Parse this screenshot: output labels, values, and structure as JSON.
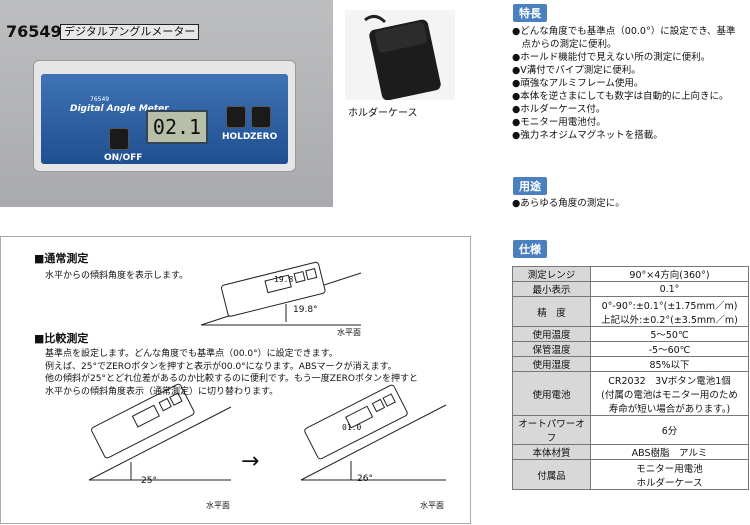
{
  "product": {
    "model_no": "76549",
    "model_name": "デジタルアングルメーター",
    "device": {
      "brand_line": "Digital Angle Meter",
      "small_label": "76549",
      "reading": "02.1",
      "btn_onoff": "ON/OFF",
      "btn_hold": "HOLD",
      "btn_zero": "ZERO"
    }
  },
  "case": {
    "caption": "ホルダーケース"
  },
  "features": {
    "heading": "特長",
    "items": [
      "●どんな角度でも基準点（00.0°）に設定でき、基準",
      "　点からの測定に便利。",
      "●ホールド機能付で見えない所の測定に便利。",
      "●V溝付でパイプ測定に便利。",
      "●頑強なアルミフレーム使用。",
      "●本体を逆さまにしても数字は自動的に上向きに。",
      "●ホルダーケース付。",
      "●モニター用電池付。",
      "●強力ネオジムマグネットを搭載。"
    ]
  },
  "uses": {
    "heading": "用途",
    "item": "●あらゆる角度の測定に。"
  },
  "specs": {
    "heading": "仕様",
    "rows": [
      {
        "k": "測定レンジ",
        "v": "90°×4方向(360°)"
      },
      {
        "k": "最小表示",
        "v": "0.1°"
      },
      {
        "k": "精　度",
        "v": "0°-90°:±0.1°(±1.75mm／m)",
        "v2": "上記以外:±0.2°(±3.5mm／m)"
      },
      {
        "k": "使用温度",
        "v": "5～50℃"
      },
      {
        "k": "保管温度",
        "v": "-5～60℃"
      },
      {
        "k": "使用湿度",
        "v": "85%以下"
      },
      {
        "k": "使用電池",
        "v": "CR2032　3Vボタン電池1個",
        "v2": "(付属の電池はモニター用のため",
        "v3": "寿命が短い場合があります。)"
      },
      {
        "k": "オートパワーオフ",
        "v": "6分"
      },
      {
        "k": "本体材質",
        "v": "ABS樹脂　アルミ"
      },
      {
        "k": "付属品",
        "v": "モニター用電池",
        "v2": "ホルダーケース"
      }
    ]
  },
  "normal": {
    "title": "■通常測定",
    "desc": "水平からの傾斜角度を表示します。",
    "angle": "19.8°",
    "horizon": "水平面",
    "reading": "19.8"
  },
  "compare": {
    "title": "■比較測定",
    "lines": [
      "基準点を設定します。どんな角度でも基準点（00.0°）に設定できます。",
      "例えば、25°でZEROボタンを押すと表示が00.0°になります。ABSマークが消えます。",
      "他の傾斜が25°とどれ位差があるのか比較するのに便利です。もう一度ZEROボタンを押すと",
      "水平からの傾斜角度表示（通常測定）に切り替わります。"
    ],
    "angle1": "25°",
    "angle2": "26°",
    "horizon": "水平面",
    "reading2": "01.0",
    "arrow": "→"
  }
}
